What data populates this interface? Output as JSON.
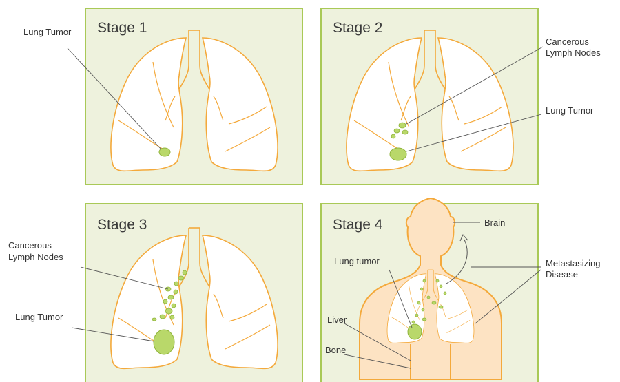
{
  "stages": [
    {
      "title": "Stage 1"
    },
    {
      "title": "Stage 2"
    },
    {
      "title": "Stage 3"
    },
    {
      "title": "Stage 4"
    }
  ],
  "labels": {
    "s1_lung_tumor": "Lung Tumor",
    "s2_nodes_1": "Cancerous",
    "s2_nodes_2": "Lymph Nodes",
    "s2_lung_tumor": "Lung Tumor",
    "s3_nodes_1": "Cancerous",
    "s3_nodes_2": "Lymph Nodes",
    "s3_lung_tumor": "Lung Tumor",
    "s4_brain": "Brain",
    "s4_lung_tumor": "Lung tumor",
    "s4_meta_1": "Metastasizing",
    "s4_meta_2": "Disease",
    "s4_liver": "Liver",
    "s4_bone": "Bone"
  },
  "colors": {
    "panel_bg": "#eef2dd",
    "panel_border": "#a9c957",
    "organ_stroke": "#f4a93b",
    "tumor_fill": "#b9d86a",
    "body_fill": "#fde3c3",
    "leader_line": "#555555"
  }
}
